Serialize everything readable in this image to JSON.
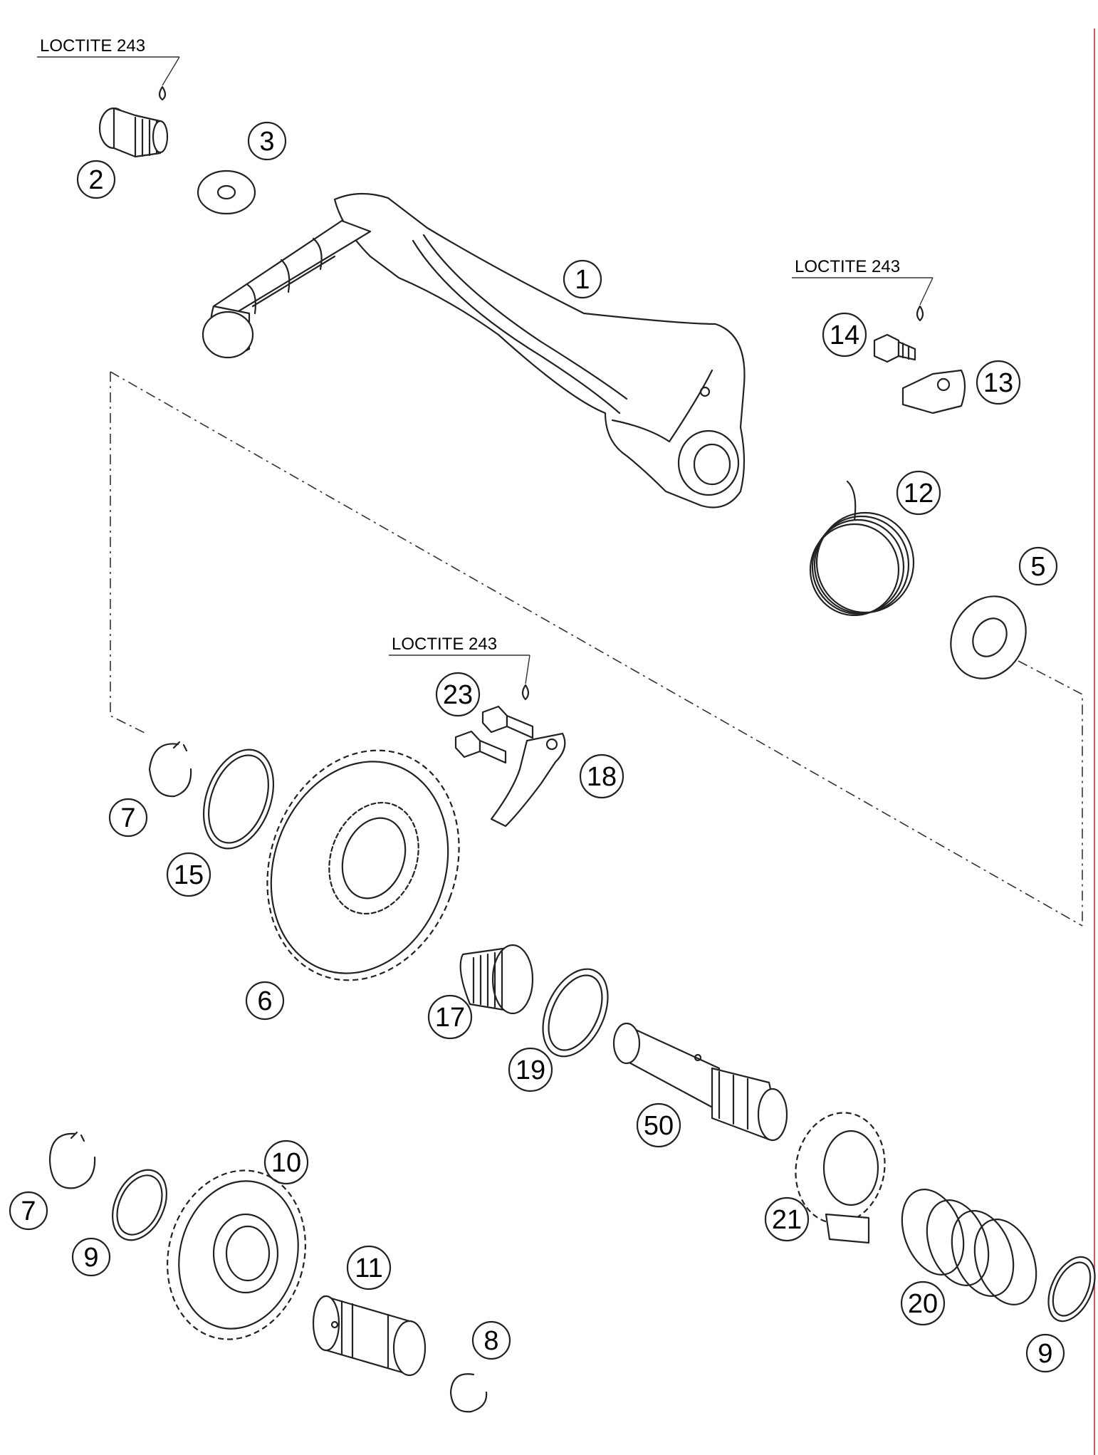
{
  "diagram": {
    "loctite_label": "LOCTITE 243",
    "callouts": [
      "1",
      "2",
      "3",
      "5",
      "6",
      "7",
      "8",
      "9",
      "10",
      "11",
      "12",
      "13",
      "14",
      "15",
      "17",
      "18",
      "19",
      "20",
      "21",
      "23",
      "50"
    ],
    "border_color": "#e05060",
    "ink_color": "#222222"
  }
}
